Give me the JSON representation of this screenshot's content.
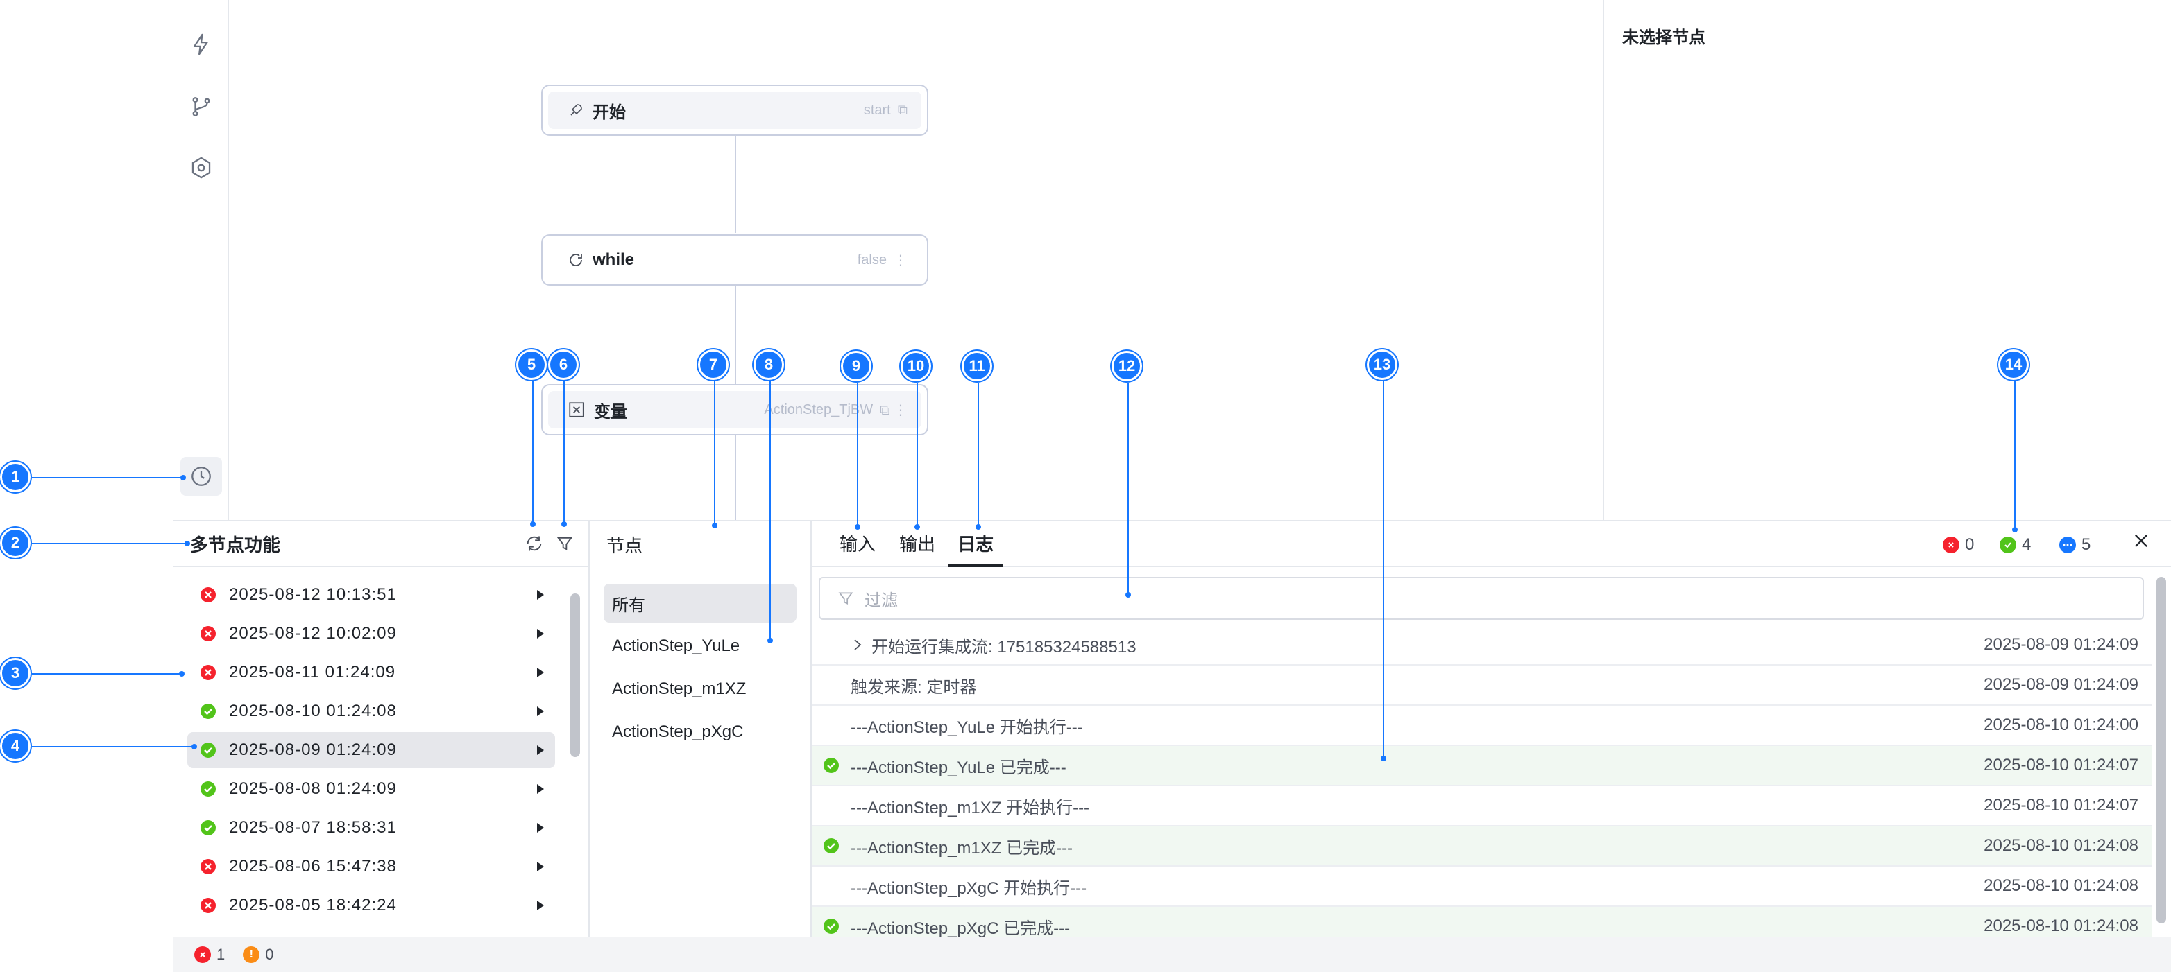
{
  "canvas": {
    "nodes": [
      {
        "title": "开始",
        "tag": "start",
        "icon": "rocket-icon"
      },
      {
        "title": "while",
        "tag": "false",
        "icon": "loop-icon"
      },
      {
        "title": "变量",
        "tag": "ActionStep_TjBW",
        "icon": "variable-icon"
      }
    ]
  },
  "right_panel": {
    "title": "未选择节点"
  },
  "runs_panel": {
    "title": "多节点功能",
    "runs": [
      {
        "time": "2025-08-12 10:13:51",
        "status": "error"
      },
      {
        "time": "2025-08-12 10:02:09",
        "status": "error"
      },
      {
        "time": "2025-08-11 01:24:09",
        "status": "error"
      },
      {
        "time": "2025-08-10 01:24:08",
        "status": "success"
      },
      {
        "time": "2025-08-09 01:24:09",
        "status": "success"
      },
      {
        "time": "2025-08-08 01:24:09",
        "status": "success"
      },
      {
        "time": "2025-08-07 18:58:31",
        "status": "success"
      },
      {
        "time": "2025-08-06 15:47:38",
        "status": "error"
      },
      {
        "time": "2025-08-05 18:42:24",
        "status": "error"
      }
    ]
  },
  "nodes_panel": {
    "title": "节点",
    "items": [
      "所有",
      "ActionStep_YuLe",
      "ActionStep_m1XZ",
      "ActionStep_pXgC"
    ]
  },
  "log_panel": {
    "tabs": [
      "输入",
      "输出",
      "日志"
    ],
    "stats": {
      "error": "0",
      "success": "4",
      "info": "5"
    },
    "filter_placeholder": "过滤",
    "rows": [
      {
        "msg": "开始运行集成流: 175185324588513",
        "time": "2025-08-09 01:24:09",
        "ok": false,
        "expand": true
      },
      {
        "msg": "触发来源: 定时器",
        "time": "2025-08-09 01:24:09",
        "ok": false
      },
      {
        "msg": "---ActionStep_YuLe 开始执行---",
        "time": "2025-08-10 01:24:00",
        "ok": false
      },
      {
        "msg": "---ActionStep_YuLe 已完成---",
        "time": "2025-08-10 01:24:07",
        "ok": true
      },
      {
        "msg": "---ActionStep_m1XZ 开始执行---",
        "time": "2025-08-10 01:24:07",
        "ok": false
      },
      {
        "msg": "---ActionStep_m1XZ 已完成---",
        "time": "2025-08-10 01:24:08",
        "ok": true
      },
      {
        "msg": "---ActionStep_pXgC 开始执行---",
        "time": "2025-08-10 01:24:08",
        "ok": false
      },
      {
        "msg": "---ActionStep_pXgC 已完成---",
        "time": "2025-08-10 01:24:08",
        "ok": true
      }
    ]
  },
  "footer": {
    "errors": "1",
    "warnings": "0"
  },
  "annotations": [
    "1",
    "2",
    "3",
    "4",
    "5",
    "6",
    "7",
    "8",
    "9",
    "10",
    "11",
    "12",
    "13",
    "14"
  ],
  "colors": {
    "accent": "#1677ff",
    "error": "#f5222d",
    "success": "#52c41a",
    "warning": "#fa8c16",
    "info": "#1677ff"
  }
}
